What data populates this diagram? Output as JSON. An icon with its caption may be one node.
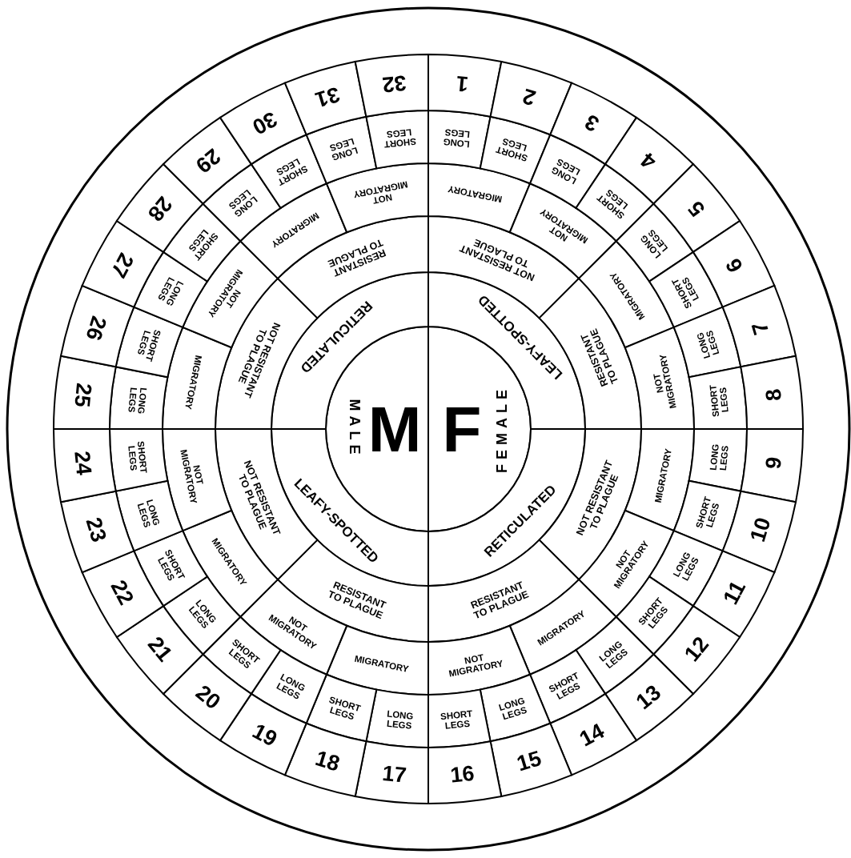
{
  "diagram": {
    "nodes": [
      {
        "text": [
          "M",
          "MALE"
        ]
      },
      {
        "text": [
          "F",
          "FEMALE"
        ]
      },
      {
        "text": [
          "LEAFY-SPOTTED"
        ]
      },
      {
        "text": [
          "RETICULATED"
        ]
      },
      {
        "text": [
          "LEAFY-SPOTTED"
        ]
      },
      {
        "text": [
          "RETICULATED"
        ]
      },
      {
        "text": [
          "NOT RESISTANT TO PLAGUE"
        ]
      },
      {
        "text": [
          "RESISTANT TO PLAGUE"
        ]
      },
      {
        "text": [
          "NOT RESISTANT TO PLAGUE"
        ]
      },
      {
        "text": [
          "RESISTANT TO PLAGUE"
        ]
      },
      {
        "text": [
          "RESISTANT TO PLAGUE"
        ]
      },
      {
        "text": [
          "NOT RESISTANT TO PLAGUE"
        ]
      },
      {
        "text": [
          "NOT RESISTANT TO PLAGUE"
        ]
      },
      {
        "text": [
          "RESISTANT TO PLAGUE"
        ]
      },
      {
        "text": [
          "MIGRATORY"
        ]
      },
      {
        "text": [
          "NOT MIGRATORY"
        ]
      },
      {
        "text": [
          "MIGRATORY"
        ]
      },
      {
        "text": [
          "NOT MIGRATORY"
        ]
      },
      {
        "text": [
          "MIGRATORY"
        ]
      },
      {
        "text": [
          "NOT MIGRATORY"
        ]
      },
      {
        "text": [
          "MIGRATORY"
        ]
      },
      {
        "text": [
          "NOT MIGRATORY"
        ]
      },
      {
        "text": [
          "MIGRATORY"
        ]
      },
      {
        "text": [
          "NOT MIGRATORY"
        ]
      },
      {
        "text": [
          "MIGRATORY"
        ]
      },
      {
        "text": [
          "NOT MIGRATORY"
        ]
      },
      {
        "text": [
          "MIGRATORY"
        ]
      },
      {
        "text": [
          "NOT MIGRATORY"
        ]
      },
      {
        "text": [
          "MIGRATORY"
        ]
      },
      {
        "text": [
          "NOT MIGRATORY"
        ]
      },
      {
        "text": [
          "LONG LEGS"
        ]
      },
      {
        "text": [
          "SHORT LEGS"
        ]
      },
      {
        "text": [
          "LONG LEGS"
        ]
      },
      {
        "text": [
          "SHORT LEGS"
        ]
      },
      {
        "text": [
          "LONG LEGS"
        ]
      },
      {
        "text": [
          "SHORT LEGS"
        ]
      },
      {
        "text": [
          "LONG LEGS"
        ]
      },
      {
        "text": [
          "SHORT LEGS"
        ]
      },
      {
        "text": [
          "LONG LEGS"
        ]
      },
      {
        "text": [
          "SHORT LEGS"
        ]
      },
      {
        "text": [
          "LONG LEGS"
        ]
      },
      {
        "text": [
          "SHORT LEGS"
        ]
      },
      {
        "text": [
          "LONG LEGS"
        ]
      },
      {
        "text": [
          "SHORT LEGS"
        ]
      },
      {
        "text": [
          "LONG LEGS"
        ]
      },
      {
        "text": [
          "SHORT LEGS"
        ]
      },
      {
        "text": [
          "LONG LEGS"
        ]
      },
      {
        "text": [
          "SHORT LEGS"
        ]
      },
      {
        "text": [
          "LONG LEGS"
        ]
      },
      {
        "text": [
          "SHORT LEGS"
        ]
      },
      {
        "text": [
          "LONG LEGS"
        ]
      },
      {
        "text": [
          "SHORT LEGS"
        ]
      },
      {
        "text": [
          "LONG LEGS"
        ]
      },
      {
        "text": [
          "SHORT LEGS"
        ]
      },
      {
        "text": [
          "LONG LEGS"
        ]
      },
      {
        "text": [
          "SHORT LEGS"
        ]
      },
      {
        "text": [
          "LONG LEGS"
        ]
      },
      {
        "text": [
          "SHORT LEGS"
        ]
      },
      {
        "text": [
          "LONG LEGS"
        ]
      },
      {
        "text": [
          "SHORT LEGS"
        ]
      },
      {
        "text": [
          "LONG LEGS"
        ]
      },
      {
        "text": [
          "SHORT LEGS"
        ]
      },
      {
        "text": [
          "1"
        ]
      },
      {
        "text": [
          "2"
        ]
      },
      {
        "text": [
          "3"
        ]
      },
      {
        "text": [
          "4"
        ]
      },
      {
        "text": [
          "5"
        ]
      },
      {
        "text": [
          "6"
        ]
      },
      {
        "text": [
          "7"
        ]
      },
      {
        "text": [
          "8"
        ]
      },
      {
        "text": [
          "9"
        ]
      },
      {
        "text": [
          "10"
        ]
      },
      {
        "text": [
          "11"
        ]
      },
      {
        "text": [
          "12"
        ]
      },
      {
        "text": [
          "13"
        ]
      },
      {
        "text": [
          "14"
        ]
      },
      {
        "text": [
          "15"
        ]
      },
      {
        "text": [
          "16"
        ]
      },
      {
        "text": [
          "17"
        ]
      },
      {
        "text": [
          "18"
        ]
      },
      {
        "text": [
          "19"
        ]
      },
      {
        "text": [
          "20"
        ]
      },
      {
        "text": [
          "21"
        ]
      },
      {
        "text": [
          "22"
        ]
      },
      {
        "text": [
          "23"
        ]
      },
      {
        "text": [
          "24"
        ]
      },
      {
        "text": [
          "25"
        ]
      },
      {
        "text": [
          "26"
        ]
      },
      {
        "text": [
          "27"
        ]
      },
      {
        "text": [
          "28"
        ]
      },
      {
        "text": [
          "29"
        ]
      },
      {
        "text": [
          "30"
        ]
      },
      {
        "text": [
          "31"
        ]
      },
      {
        "text": [
          "32"
        ]
      }
    ]
  }
}
